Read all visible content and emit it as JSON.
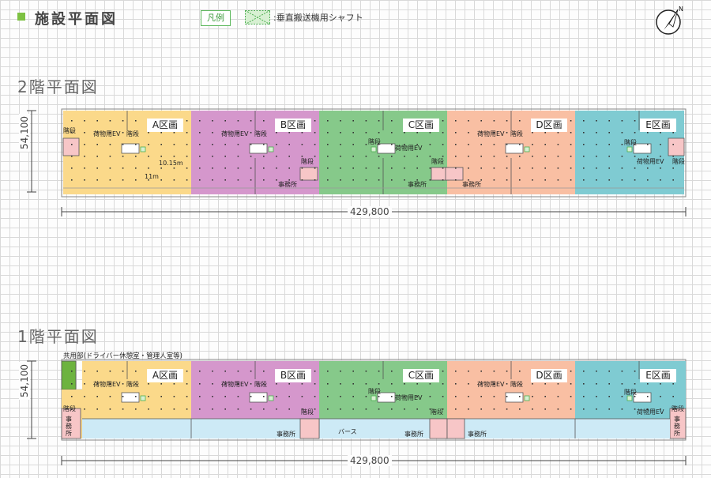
{
  "header": {
    "title": "施設平面図",
    "legend_label": "凡例",
    "legend_text": ":垂直搬送機用シャフト"
  },
  "colors": {
    "accent_green": "#7dc142",
    "zone_a": "#fbd98a",
    "zone_b": "#d597cc",
    "zone_c": "#86c98a",
    "zone_d": "#f9bfa3",
    "zone_e": "#7fcbd2",
    "truck_berth": "#cdeaf6",
    "stair": "#f7c6c7",
    "common": "#6db33f"
  },
  "zones": [
    {
      "label": "A区画"
    },
    {
      "label": "B区画"
    },
    {
      "label": "C区画"
    },
    {
      "label": "D区画"
    },
    {
      "label": "E区画"
    }
  ],
  "floor2": {
    "title": "2階平面図",
    "width_dim": "429,800",
    "depth_dim": "54,100",
    "labels": {
      "stair": "階段",
      "freight_ev": "荷物用EV",
      "office": "事務所",
      "span_a": "10.15m",
      "span_b": "11m"
    }
  },
  "floor1": {
    "title": "1階平面図",
    "width_dim": "429,800",
    "depth_dim": "54,100",
    "labels": {
      "common_area": "共用部(ドライバー休憩室・管理人室等)",
      "stair": "階段",
      "freight_ev": "荷物用EV",
      "office": "事務所",
      "berth": "バース"
    }
  }
}
